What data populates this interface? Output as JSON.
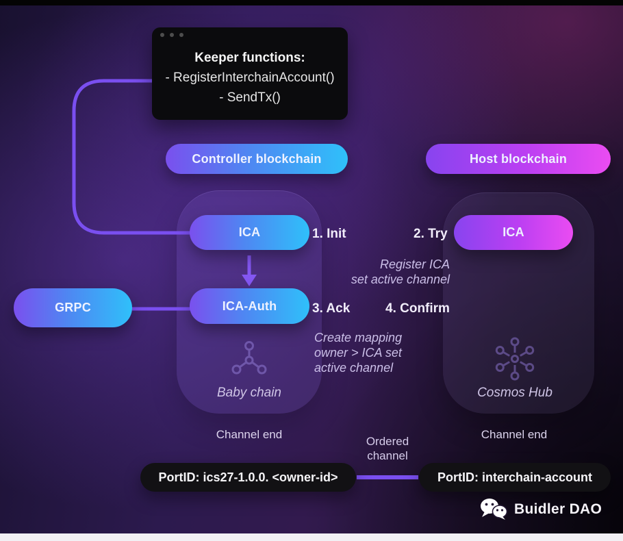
{
  "terminal": {
    "title": "Keeper functions:",
    "lines": [
      "- RegisterInterchainAccount()",
      "- SendTx()"
    ]
  },
  "headers": {
    "controller": "Controller blockchain",
    "host": "Host blockchain"
  },
  "pills": {
    "ica_controller": "ICA",
    "ica_auth": "ICA-Auth",
    "ica_host": "ICA",
    "grpc": "GRPC"
  },
  "chains": {
    "controller": "Baby chain",
    "host": "Cosmos Hub"
  },
  "steps": {
    "init": "1. Init",
    "try": "2. Try",
    "ack": "3. Ack",
    "confirm": "4. Confirm"
  },
  "notes": {
    "register": "Register ICA\nset active channel",
    "create_mapping": "Create mapping\nowner > ICA set\nactive channel"
  },
  "channel": {
    "left_end": "Channel end",
    "right_end": "Channel end",
    "ordered": "Ordered\nchannel",
    "port_left": "PortID: ics27-1.0.0. <owner-id>",
    "port_right": "PortID: interchain-account"
  },
  "footer": {
    "brand": "Buidler DAO"
  },
  "icons": {
    "baby_chain": "network-node-icon",
    "cosmos_hub": "hub-spoke-icon",
    "brand": "wechat-icon"
  },
  "colors": {
    "blue_gradient_start": "#7a50ee",
    "blue_gradient_end": "#2fc0fa",
    "pink_gradient_start": "#8844ef",
    "pink_gradient_end": "#ea4cf2",
    "connector": "#7a4ff0",
    "terminal_bg": "#0b0b0d",
    "port_pill_bg": "#121114"
  }
}
